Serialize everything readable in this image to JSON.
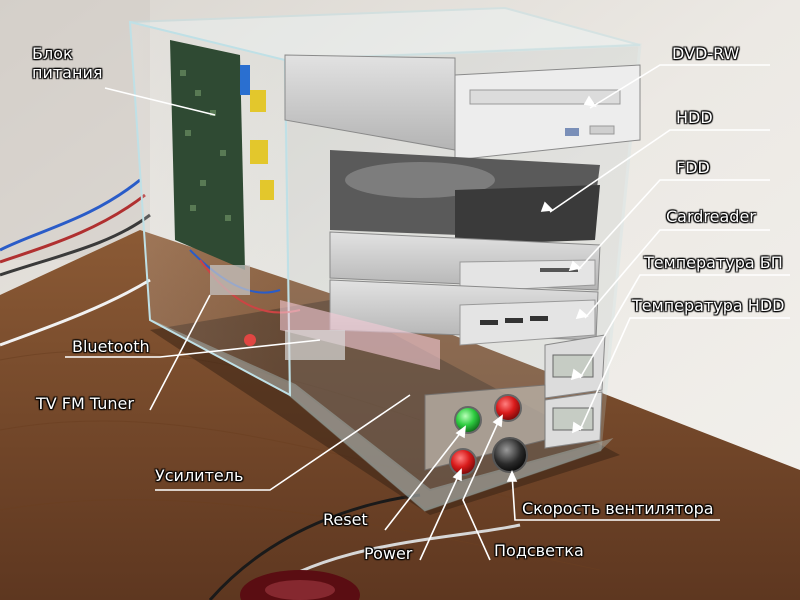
{
  "photo": {
    "colors": {
      "wall": "#e9e6e1",
      "desk": "#7a4a2a",
      "acrylic_edge": "#bfe0e6",
      "drive_bay": "#cfcfcf",
      "psu_board": "#2f4a33",
      "reset_button": "#2ecc40",
      "power_button": "#d91b1b",
      "backlight_button": "#c0121c",
      "leader_line": "#ffffff"
    },
    "labels": {
      "psu": "Блок питания",
      "dvd_rw": "DVD-RW",
      "hdd": "HDD",
      "fdd": "FDD",
      "cardreader": "Cardreader",
      "temp_psu": "Температура БП",
      "temp_hdd": "Температура HDD",
      "bluetooth": "Bluetooth",
      "tv_fm_tuner": "TV FM Tuner",
      "amplifier": "Усилитель",
      "reset": "Reset",
      "fan_speed": "Скорость вентилятора",
      "power": "Power",
      "backlight": "Подсветка"
    }
  }
}
